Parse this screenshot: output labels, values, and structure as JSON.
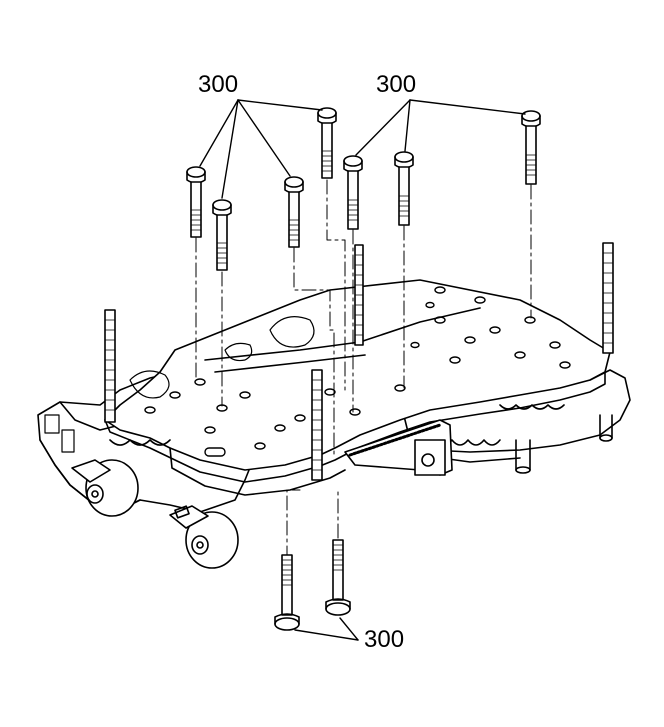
{
  "callouts": {
    "top_left": "300",
    "top_right": "300",
    "bottom": "300"
  },
  "colors": {
    "stroke": "#000000",
    "fill": "#ffffff"
  }
}
